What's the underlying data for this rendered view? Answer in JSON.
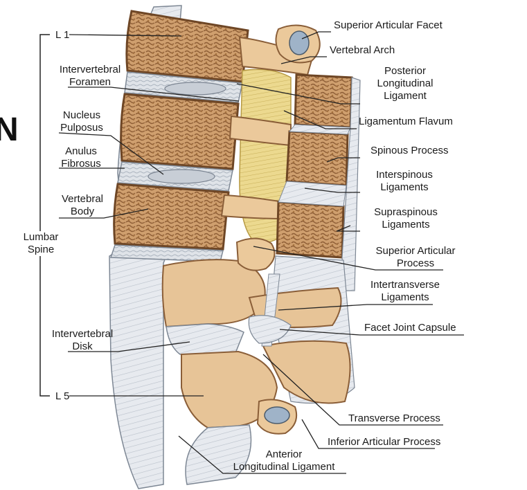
{
  "left_labels": {
    "l1": "L 1",
    "intervertebral_foramen": [
      "Intervertebral",
      "Foramen"
    ],
    "nucleus_pulposus": [
      "Nucleus",
      "Pulposus"
    ],
    "anulus_fibrosus": [
      "Anulus",
      "Fibrosus"
    ],
    "vertebral_body": [
      "Vertebral",
      "Body"
    ],
    "lumbar_spine": [
      "Lumbar",
      "Spine"
    ],
    "intervertebral_disk": [
      "Intervertebral",
      "Disk"
    ],
    "l5": "L 5"
  },
  "right_labels": {
    "superior_articular_facet": "Superior Articular Facet",
    "vertebral_arch": "Vertebral Arch",
    "posterior_longitudinal_ligament": [
      "Posterior",
      "Longitudinal",
      "Ligament"
    ],
    "ligamentum_flavum": "Ligamentum Flavum",
    "spinous_process": "Spinous Process",
    "interspinous_ligaments": [
      "Interspinous",
      "Ligaments"
    ],
    "supraspinous_ligaments": [
      "Supraspinous",
      "Ligaments"
    ],
    "superior_articular_process": [
      "Superior Articular",
      "Process"
    ],
    "intertransverse_ligaments": [
      "Intertransverse",
      "Ligaments"
    ],
    "facet_joint_capsule": "Facet Joint Capsule",
    "transverse_process": "Transverse Process",
    "inferior_articular_process": "Inferior Articular Process"
  },
  "bottom_labels": {
    "anterior_longitudinal_ligament": [
      "Anterior",
      "Longitudinal Ligament"
    ]
  },
  "edge_glyph": "N",
  "colors": {
    "bone": "#e9c9a0",
    "bone_dark": "#b98a5e",
    "cancellous": "#c99a6a",
    "cancellous_pore": "#9b6b42",
    "disk": "#dfe3e8",
    "ligament_flavum": "#e8d48a",
    "ligament_white": "#e6e9ee",
    "cartilage": "#9fb3c8",
    "line": "#222222"
  }
}
